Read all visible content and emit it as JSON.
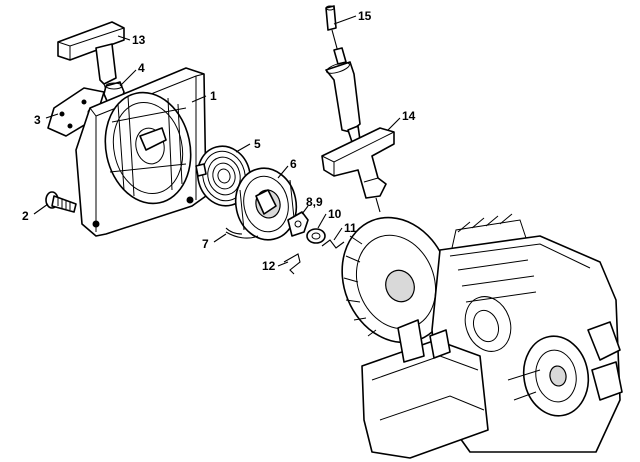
{
  "callouts": [
    {
      "id": "c1",
      "label": "1"
    },
    {
      "id": "c2",
      "label": "2"
    },
    {
      "id": "c3",
      "label": "3"
    },
    {
      "id": "c4",
      "label": "4"
    },
    {
      "id": "c5",
      "label": "5"
    },
    {
      "id": "c6",
      "label": "6"
    },
    {
      "id": "c7",
      "label": "7"
    },
    {
      "id": "c89",
      "label": "8,9"
    },
    {
      "id": "c10",
      "label": "10"
    },
    {
      "id": "c11",
      "label": "11"
    },
    {
      "id": "c12",
      "label": "12"
    },
    {
      "id": "c13",
      "label": "13"
    },
    {
      "id": "c14",
      "label": "14"
    },
    {
      "id": "c15",
      "label": "15"
    }
  ]
}
